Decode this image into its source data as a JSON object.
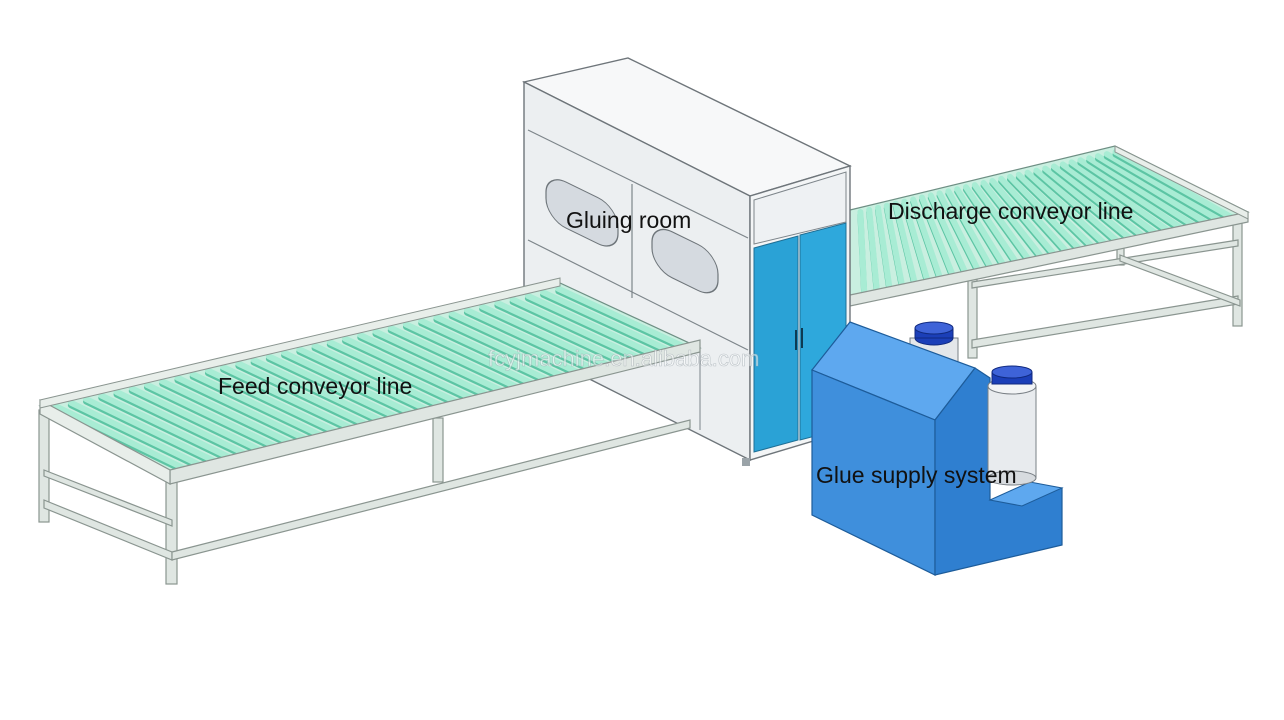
{
  "labels": {
    "gluing_room": "Gluing  room",
    "discharge_conveyor": "Discharge conveyor line",
    "feed_conveyor": "Feed conveyor line",
    "glue_supply": "Glue supply system"
  },
  "watermark": "fcyjmachine.en.alibaba.com",
  "colors": {
    "roller": "#a8ecd4",
    "roller_dark": "#5cc5a4",
    "frame": "#d8e2dc",
    "frame_stroke": "#8a9590",
    "cabinet": "#eef1f3",
    "cabinet_stroke": "#6e757a",
    "door": "#2aa2d6",
    "glue_machine": "#3f8fdc",
    "glue_cap": "#1b3fb8"
  }
}
